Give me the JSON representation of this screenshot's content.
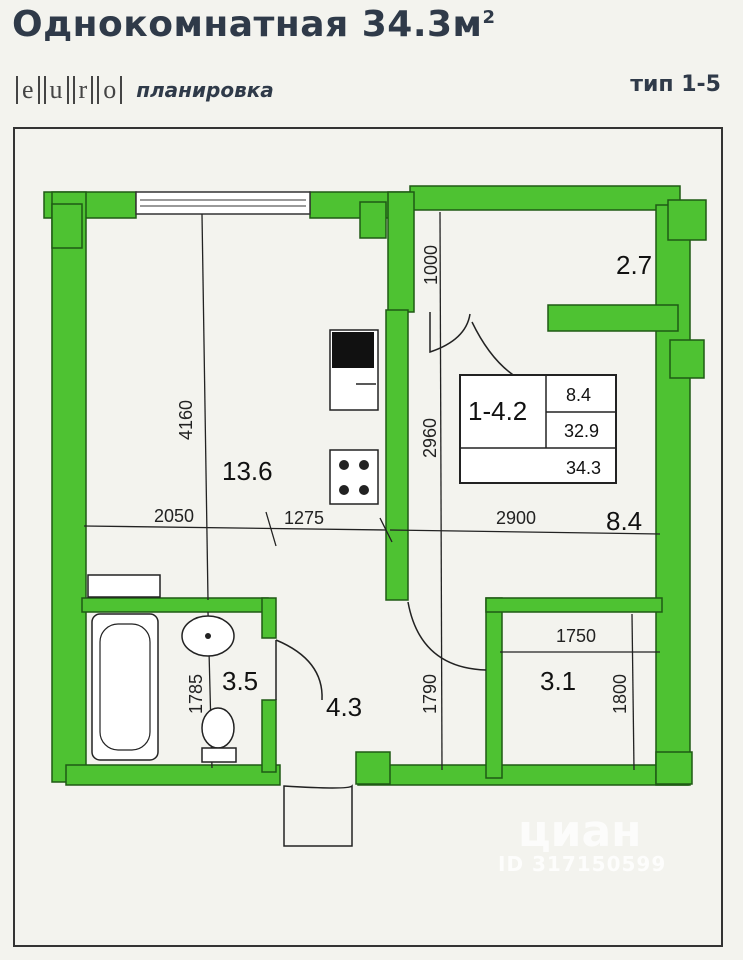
{
  "header": {
    "title": "Однокомнатная 34.3м",
    "title_sup": "2",
    "euro_letters": [
      "e",
      "u",
      "r",
      "o"
    ],
    "plan_word": "планировка",
    "type_label": "тип 1-5"
  },
  "rooms": {
    "living_area": "13.6",
    "storage_area": "2.7",
    "hall_area": "8.4",
    "bathroom_area": "3.5",
    "corridor_area": "4.3",
    "room_area": "3.1"
  },
  "summary_table": {
    "code": "1-4.2",
    "row1": "8.4",
    "row2": "32.9",
    "row3": "34.3"
  },
  "dimensions": {
    "d4160": "4160",
    "d1000": "1000",
    "d2960": "2960",
    "d2050": "2050",
    "d1275": "1275",
    "d2900": "2900",
    "d1750": "1750",
    "d1785": "1785",
    "d1790": "1790",
    "d1800": "1800"
  },
  "watermark": {
    "brand": "циан",
    "listing_id": "ID 317150599"
  },
  "colors": {
    "wall": "#4ec232",
    "wall_edge": "#1f5a14",
    "line": "#222222"
  }
}
